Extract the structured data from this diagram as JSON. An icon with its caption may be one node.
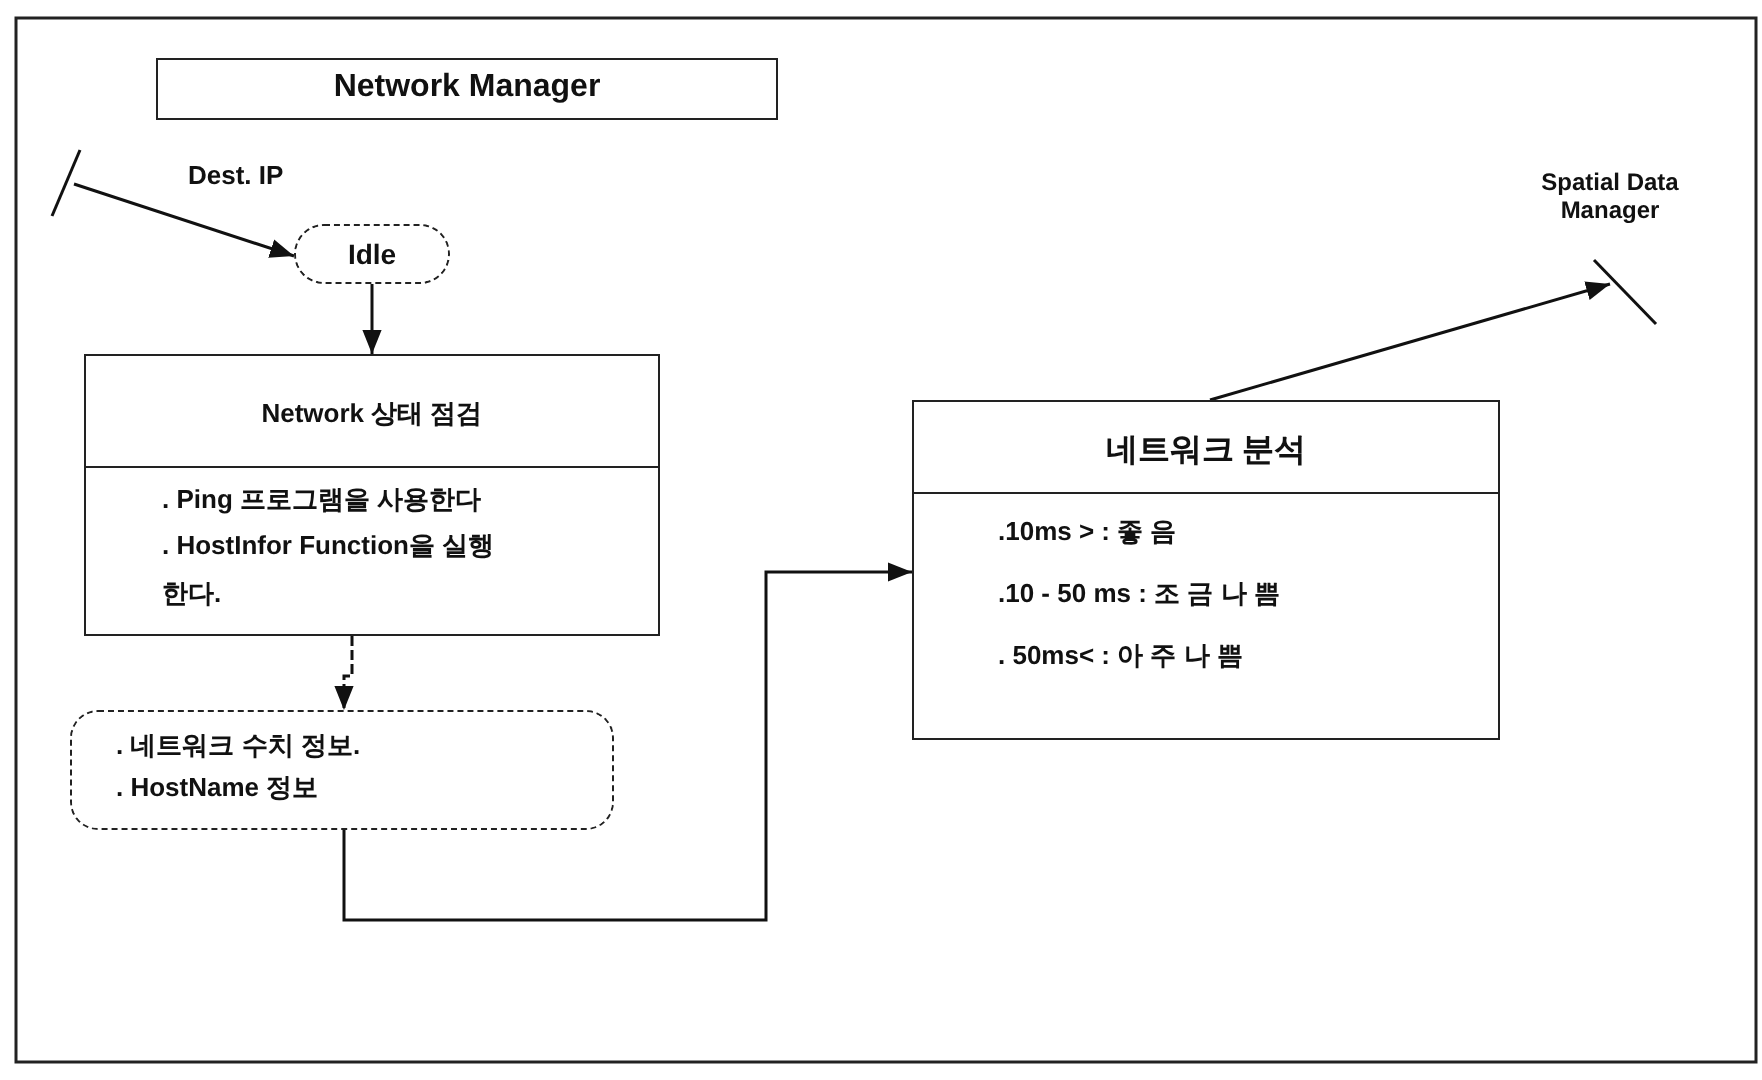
{
  "diagram": {
    "nodes": [
      {
        "text": [
          "Network Manager"
        ]
      },
      {
        "text": [
          "Idle"
        ]
      },
      {
        "text": [
          "Network 상태 점검",
          ". Ping 프로그램을 사용한다",
          ". HostInfor Function을 실행 한다."
        ]
      },
      {
        "text": [
          ". 네트워크 수치 정보.",
          ". HostName 정보"
        ]
      },
      {
        "text": [
          "네트워크 분석",
          ".10ms > : 좋 음",
          ".10 - 50 ms : 조 금 나 쁨",
          ". 50ms< : 아 주 나 쁨"
        ]
      },
      {
        "text": [
          "Spatial Data Manager"
        ]
      }
    ],
    "edges": [
      {
        "from": null,
        "to": 1,
        "arrow": "to",
        "label": "Dest. IP"
      },
      {
        "from": 1,
        "to": 2,
        "arrow": "to"
      },
      {
        "from": 2,
        "to": 3,
        "arrow": "to",
        "style": "dashed"
      },
      {
        "from": 3,
        "to": 4,
        "arrow": "to"
      },
      {
        "from": 4,
        "to": 5,
        "arrow": "to"
      }
    ]
  }
}
